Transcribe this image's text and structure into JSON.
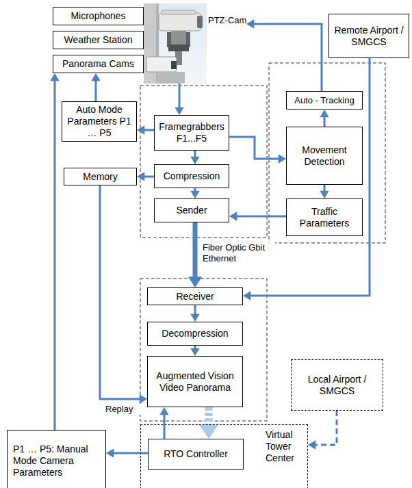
{
  "diagram": {
    "nodes": [
      {
        "text": [
          "Microphones"
        ]
      },
      {
        "text": [
          "Weather Station"
        ]
      },
      {
        "text": [
          "Panorama Cams"
        ]
      },
      {
        "text": [
          "PTZ-Cam"
        ]
      },
      {
        "text": [
          "Remote Airport / SMGCS"
        ]
      },
      {
        "text": [
          "Auto - Tracking"
        ]
      },
      {
        "text": [
          "Auto Mode Parameters P1 … P5"
        ]
      },
      {
        "text": [
          "Framegrabbers F1...F5"
        ]
      },
      {
        "text": [
          "Movement Detection"
        ]
      },
      {
        "text": [
          "Memory"
        ]
      },
      {
        "text": [
          "Compression"
        ]
      },
      {
        "text": [
          "Sender"
        ]
      },
      {
        "text": [
          "Traffic Parameters"
        ]
      },
      {
        "text": [
          "Receiver"
        ]
      },
      {
        "text": [
          "Decompression"
        ]
      },
      {
        "text": [
          "Augmented Vision Video Panorama"
        ]
      },
      {
        "text": [
          "Local Airport / SMGCS"
        ]
      },
      {
        "text": [
          "Virtual Tower Center"
        ]
      },
      {
        "text": [
          "RTO Controller"
        ],
        "in": 17
      },
      {
        "text": [
          "P1 … P5: Manual Mode Camera Parameters"
        ]
      }
    ],
    "edges": [
      {
        "from": 3,
        "to": 7,
        "arrow": "to"
      },
      {
        "from": 5,
        "to": 3,
        "arrow": "to"
      },
      {
        "from": 7,
        "to": 6,
        "arrow": "to"
      },
      {
        "from": 6,
        "to": 2,
        "arrow": "to"
      },
      {
        "from": 7,
        "to": 10,
        "arrow": "to"
      },
      {
        "from": 7,
        "to": 8,
        "arrow": "to"
      },
      {
        "from": 10,
        "to": 9,
        "arrow": "to"
      },
      {
        "from": 10,
        "to": 11,
        "arrow": "to"
      },
      {
        "from": 8,
        "to": 5,
        "arrow": "to"
      },
      {
        "from": 8,
        "to": 12,
        "arrow": "to"
      },
      {
        "from": 12,
        "to": 11,
        "arrow": "to"
      },
      {
        "from": 11,
        "to": 13,
        "label": "Fiber Optic Gbit Ethernet",
        "arrow": "to"
      },
      {
        "from": 4,
        "to": 13,
        "arrow": "to"
      },
      {
        "from": 13,
        "to": 14,
        "arrow": "to"
      },
      {
        "from": 14,
        "to": 15,
        "arrow": "to"
      },
      {
        "from": 9,
        "to": 15,
        "label": "Replay",
        "arrow": "to"
      },
      {
        "from": 15,
        "to": 18,
        "arrow": "to"
      },
      {
        "from": 18,
        "to": 15,
        "arrow": "to"
      },
      {
        "from": 18,
        "to": 19,
        "arrow": "to"
      },
      {
        "from": 19,
        "to": 2,
        "arrow": "to"
      },
      {
        "from": 16,
        "to": 17,
        "arrow": "to"
      }
    ]
  }
}
